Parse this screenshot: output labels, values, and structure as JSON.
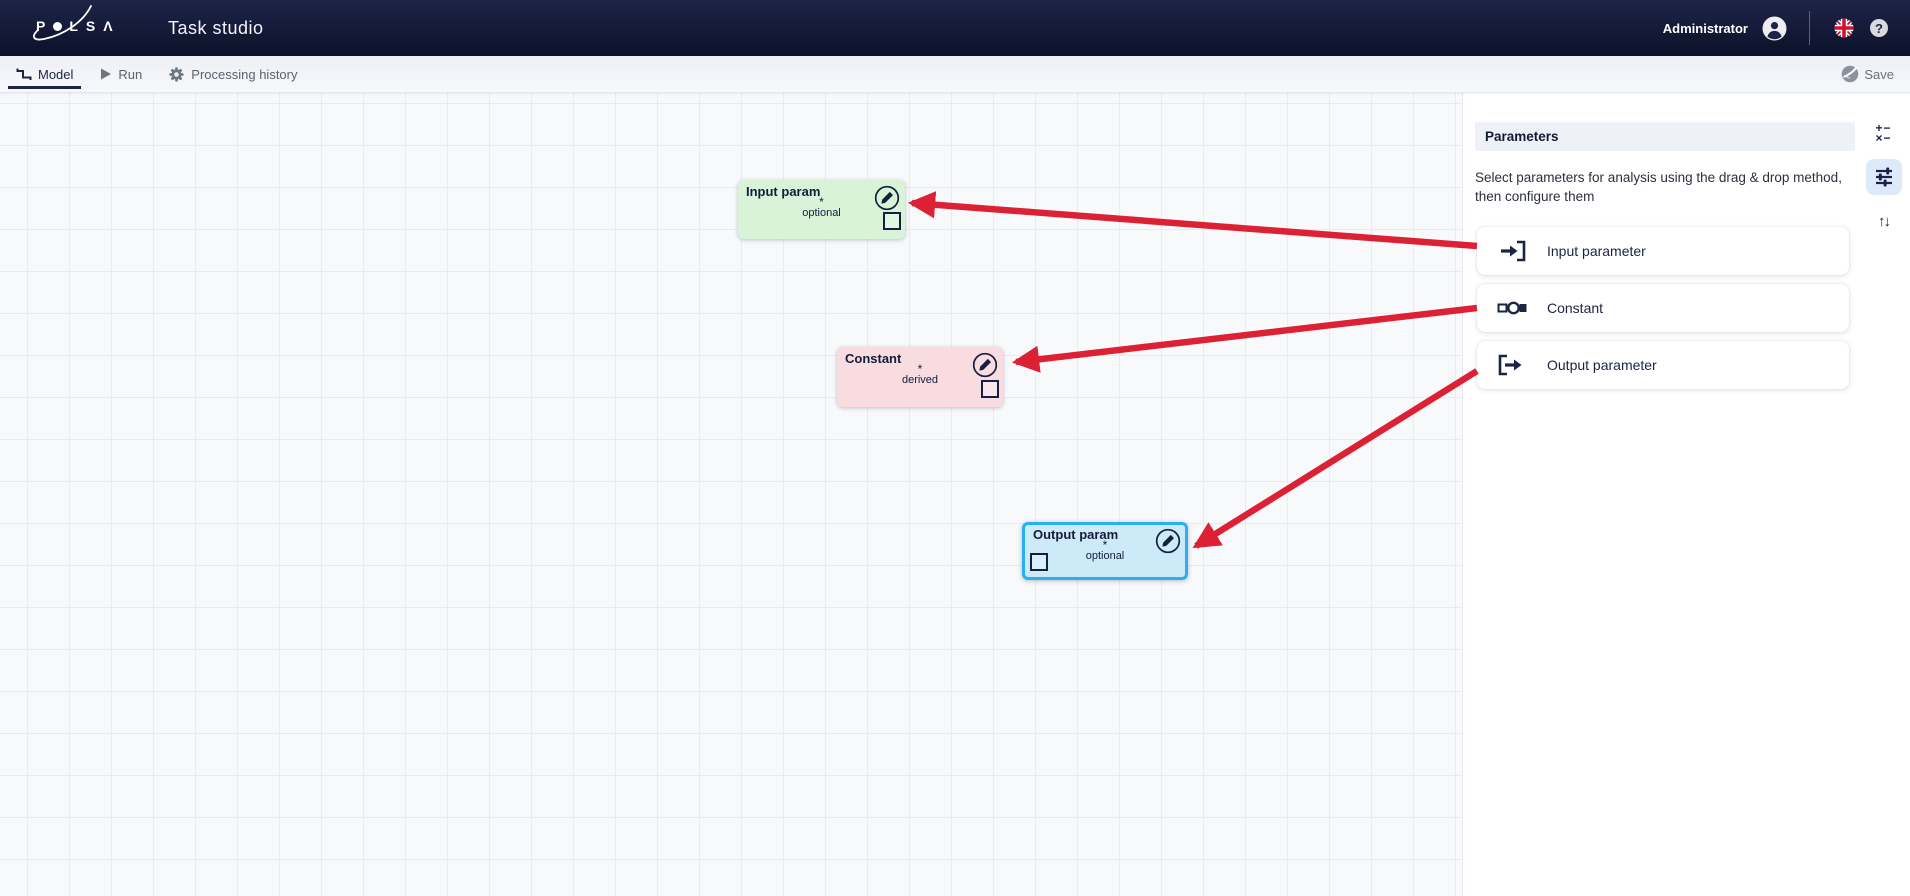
{
  "navbar": {
    "logo": {
      "letters": [
        "P",
        "L",
        "S",
        "Λ"
      ]
    },
    "app_title": "Task studio",
    "username": "Administrator",
    "help_glyph": "?"
  },
  "toolbar": {
    "tabs": [
      {
        "label": "Model",
        "active": true
      },
      {
        "label": "Run",
        "active": false
      },
      {
        "label": "Processing history",
        "active": false
      }
    ],
    "save_label": "Save"
  },
  "canvas": {
    "nodes": [
      {
        "title": "Input param",
        "required_marker": "*",
        "subtitle": "optional",
        "color": "#d9f3d9",
        "selected": false
      },
      {
        "title": "Constant",
        "required_marker": "*",
        "subtitle": "derived",
        "color": "#f9dce0",
        "selected": false
      },
      {
        "title": "Output param",
        "required_marker": "*",
        "subtitle": "optional",
        "color": "#cdeaf8",
        "selected": true
      }
    ]
  },
  "panel": {
    "title": "Parameters",
    "description": "Select parameters for analysis using the drag & drop method, then configure them",
    "items": [
      {
        "label": "Input parameter",
        "icon": "input-parameter-icon"
      },
      {
        "label": "Constant",
        "icon": "constant-icon"
      },
      {
        "label": "Output parameter",
        "icon": "output-parameter-icon"
      }
    ],
    "tools": {
      "operators_top": "+−",
      "operators_bottom": "×−",
      "swap_glyph": "↑↓"
    }
  },
  "colors": {
    "accent_red": "#dc2134",
    "navy": "#1b2444",
    "active_tool_bg": "#ddeafc",
    "selected_node_border": "#29b1ef",
    "grid_line": "#e8ebf1",
    "canvas_bg": "#f8f9fb"
  }
}
